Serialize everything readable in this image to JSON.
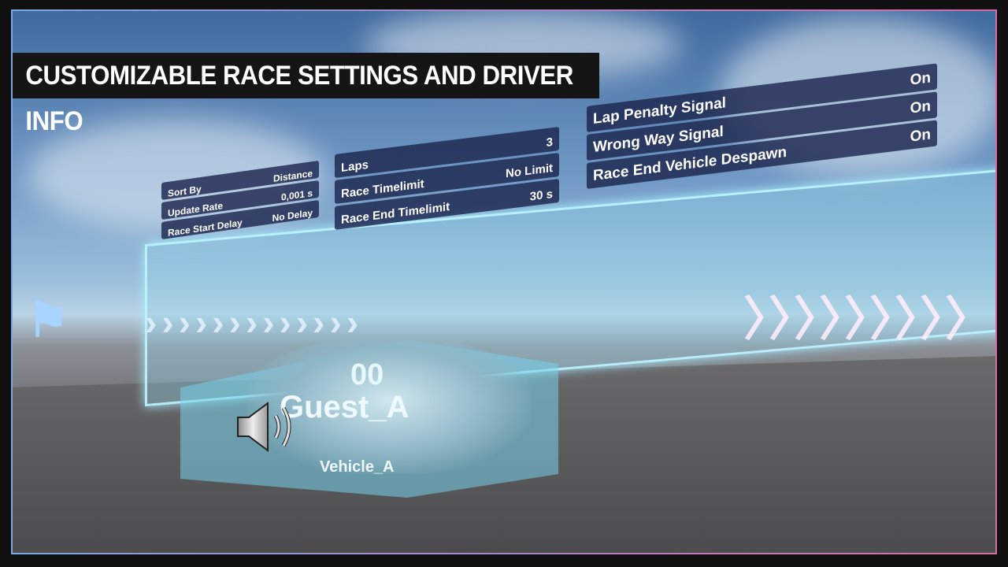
{
  "title": "CUSTOMIZABLE RACE SETTINGS AND DRIVER INFO",
  "settings_left": [
    {
      "label": "Sort By",
      "value": "Distance"
    },
    {
      "label": "Update Rate",
      "value": "0,001 s"
    },
    {
      "label": "Race Start Delay",
      "value": "No Delay"
    }
  ],
  "settings_mid": [
    {
      "label": "Laps",
      "value": "3"
    },
    {
      "label": "Race Timelimit",
      "value": "No Limit"
    },
    {
      "label": "Race End Timelimit",
      "value": "30 s"
    }
  ],
  "settings_right": [
    {
      "label": "Lap Penalty Signal",
      "value": "On"
    },
    {
      "label": "Wrong Way Signal",
      "value": "On"
    },
    {
      "label": "Race End Vehicle Despawn",
      "value": "On"
    }
  ],
  "driver": {
    "number": "00",
    "name": "Guest_A",
    "vehicle": "Vehicle_A",
    "icon": "speaker-icon"
  }
}
